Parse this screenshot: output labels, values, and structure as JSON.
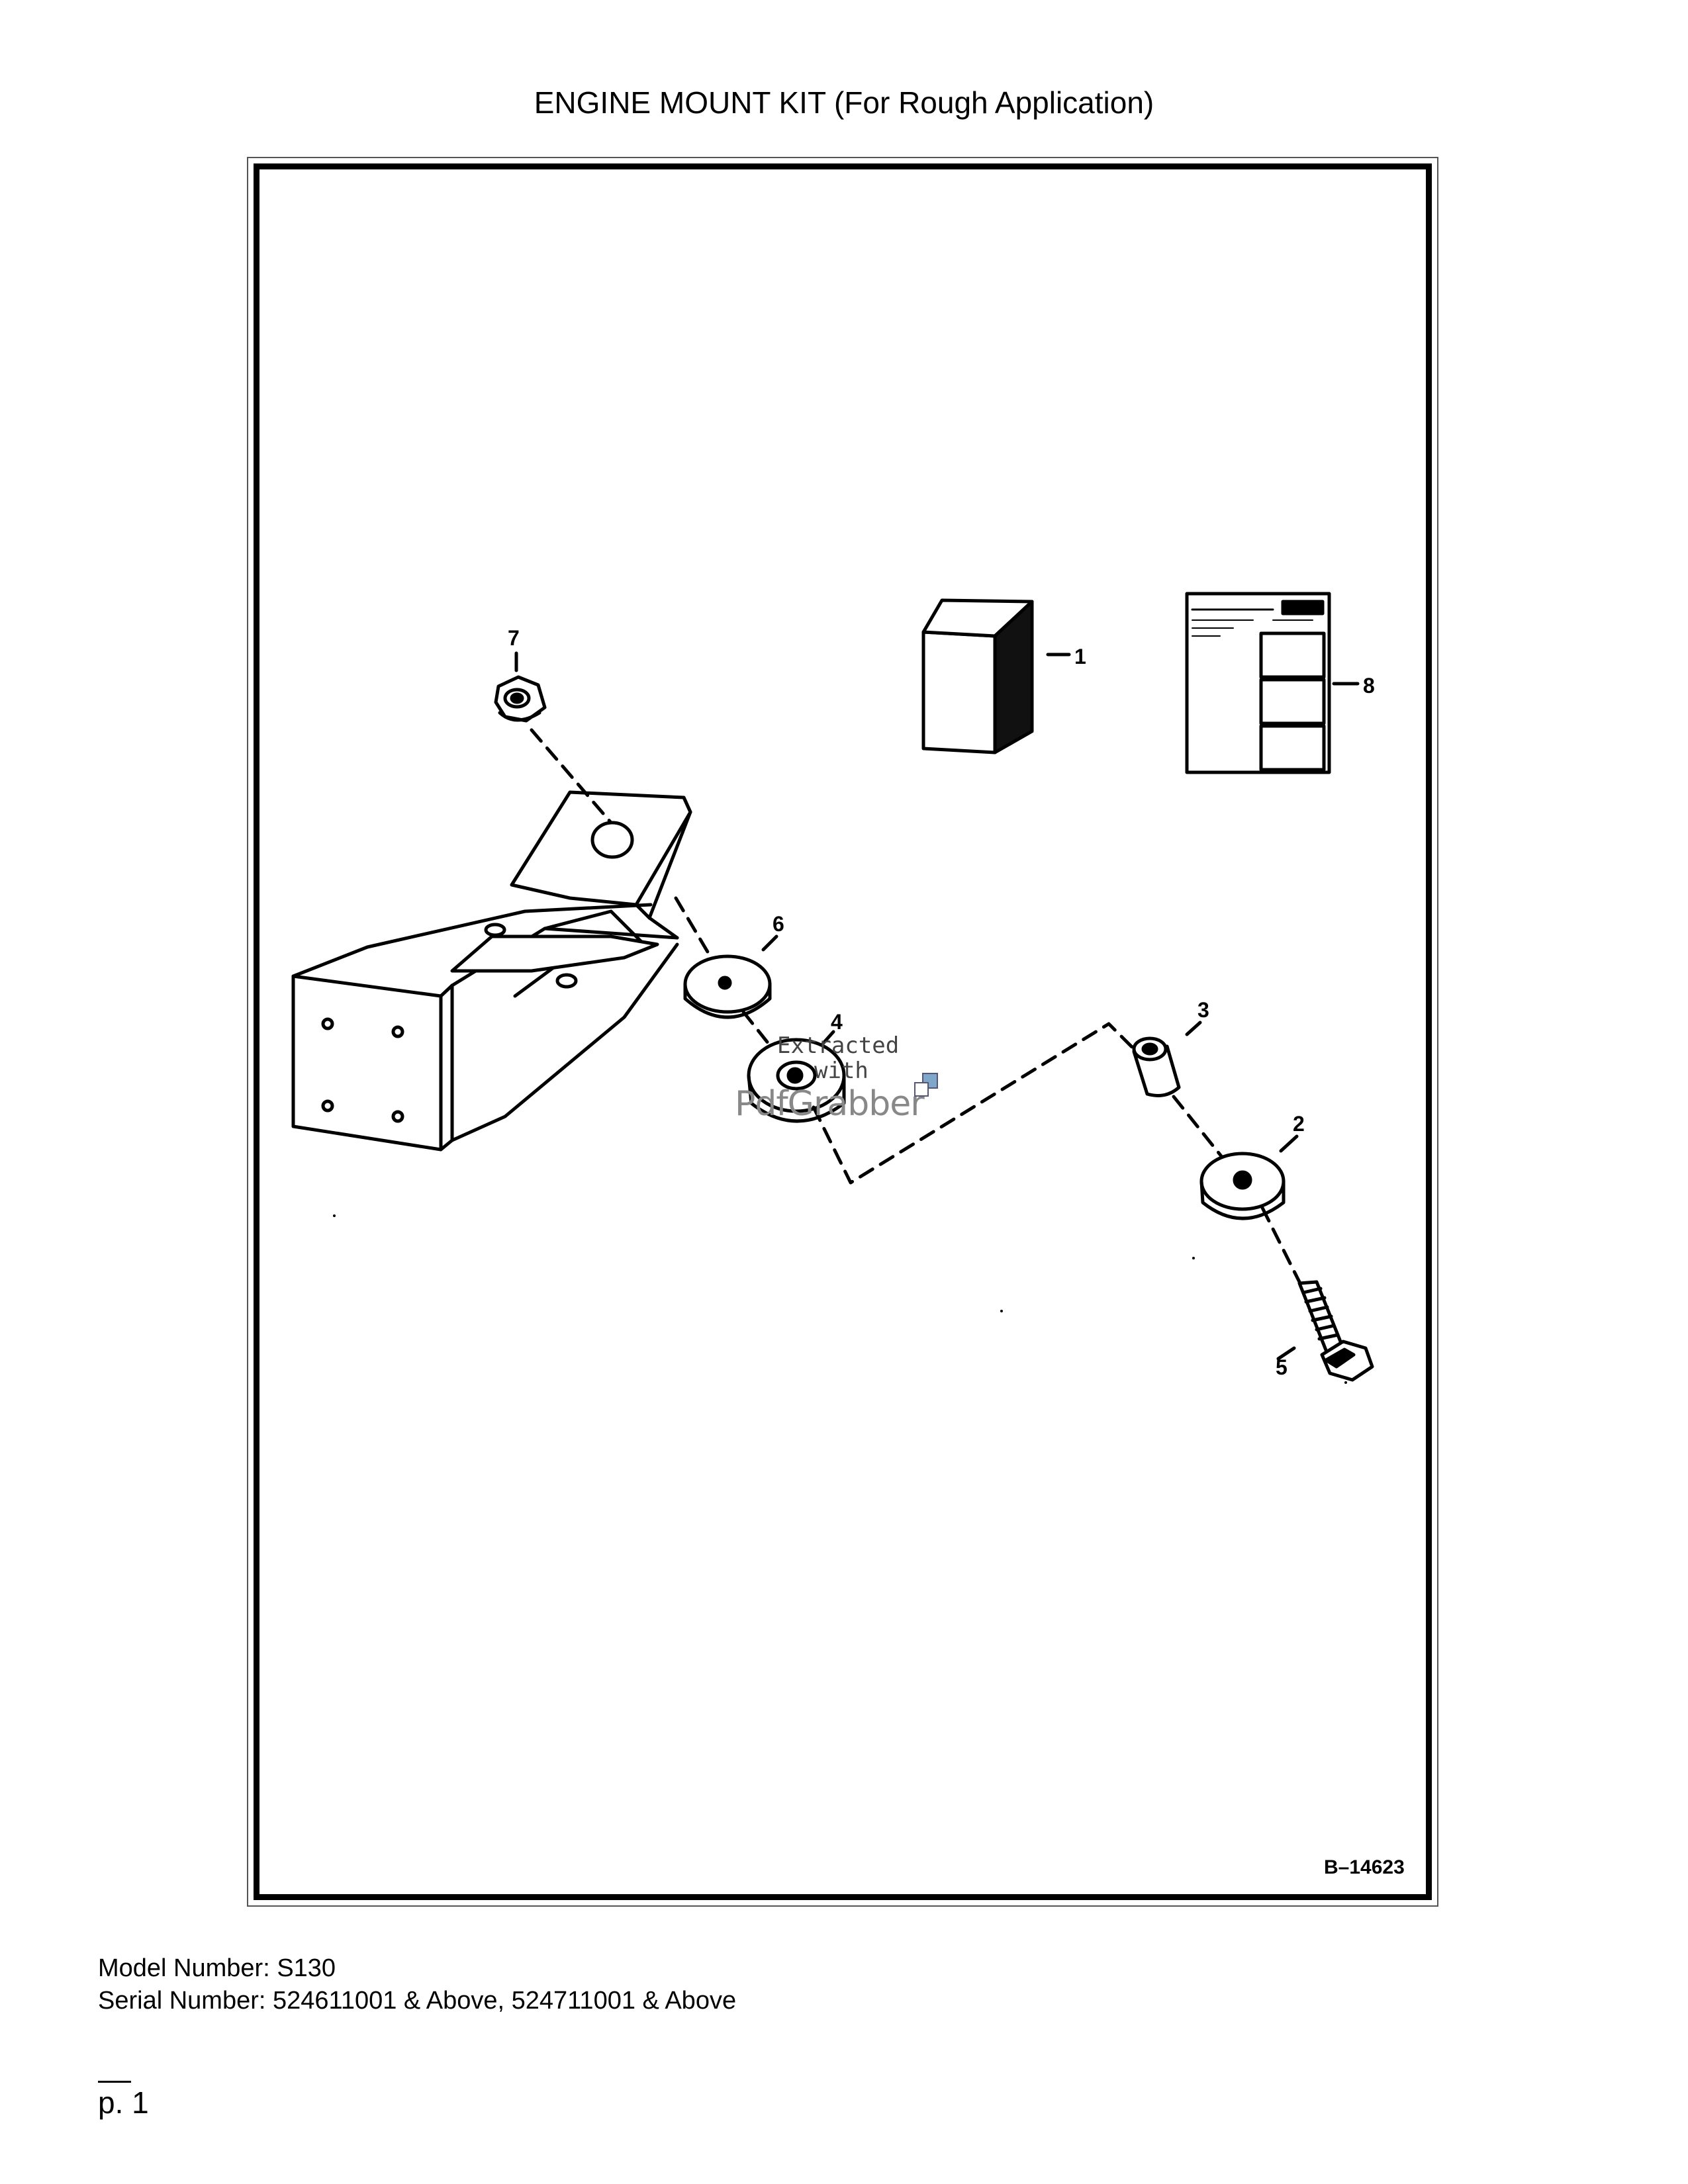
{
  "page": {
    "title": "ENGINE MOUNT KIT (For Rough Application)",
    "figure_number": "B–14623",
    "model_line": "Model Number: S130",
    "serial_line": "Serial Number: 524611001 & Above, 524711001 & Above",
    "page_label": "p. 1"
  },
  "callouts": {
    "c1": "1",
    "c2": "2",
    "c3": "3",
    "c4": "4",
    "c5": "5",
    "c6": "6",
    "c7": "7",
    "c8": "8"
  },
  "watermark": {
    "line1": "Extracted",
    "line2": "with",
    "brand": "PdfGrabber"
  }
}
